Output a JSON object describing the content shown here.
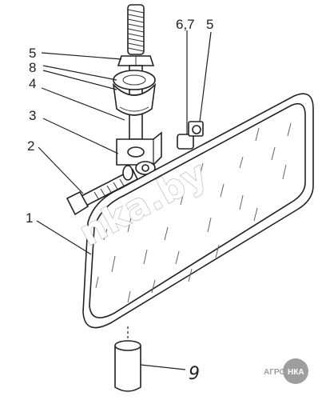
{
  "labels": {
    "l5_top": "5",
    "l8": "8",
    "l4": "4",
    "l3": "3",
    "l2": "2",
    "l1": "1",
    "l67": "6,7",
    "l5_right": "5",
    "l9": "9"
  },
  "watermark": {
    "text": "nka.by"
  },
  "logo": {
    "text_left": "АГРО",
    "text_right": "НКА"
  },
  "colors": {
    "ink": "#222222",
    "logo_gray": "#9e9e9e",
    "watermark_stroke": "#bdbdbd"
  }
}
